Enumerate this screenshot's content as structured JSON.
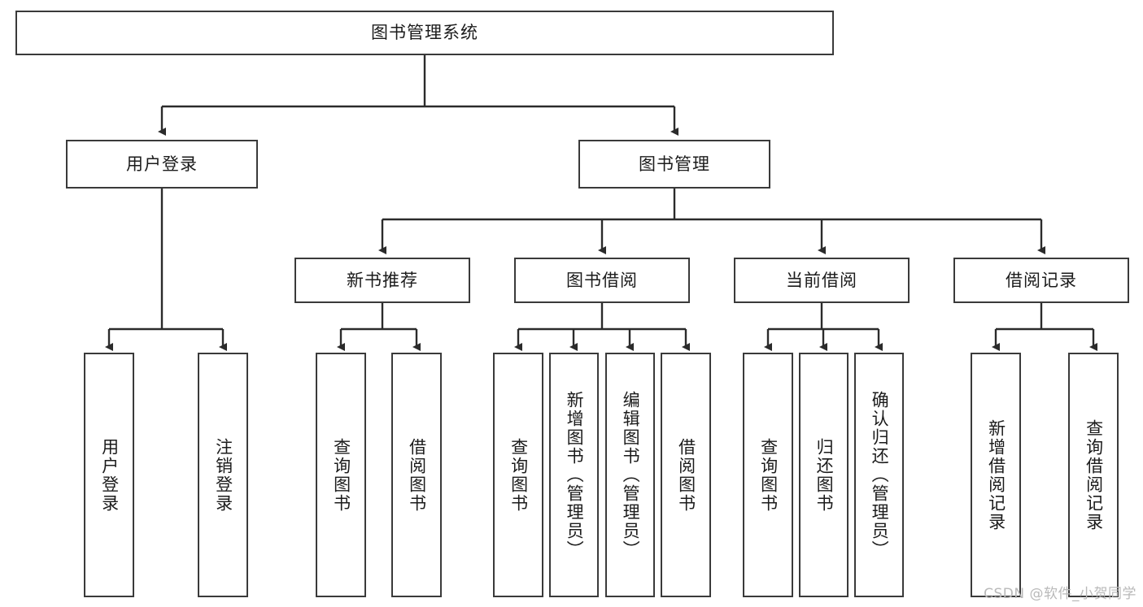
{
  "diagram": {
    "type": "tree",
    "title": "图书管理系统",
    "watermark": "CSDN @软件_小贺同学",
    "style": {
      "box_border_color": "#3a3a3a",
      "box_fill_color": "#ffffff",
      "connector_color": "#2b2b2b",
      "text_color": "#1b1b1b",
      "background": "#ffffff"
    },
    "root": {
      "label": "图书管理系统"
    },
    "level2": [
      {
        "label": "用户登录"
      },
      {
        "label": "图书管理"
      }
    ],
    "level3": [
      {
        "label": "新书推荐"
      },
      {
        "label": "图书借阅"
      },
      {
        "label": "当前借阅"
      },
      {
        "label": "借阅记录"
      }
    ],
    "leaves": {
      "user_login": [
        {
          "label": "用户登录"
        },
        {
          "label": "注销登录"
        }
      ],
      "new_book_recommend": [
        {
          "label": "查询图书"
        },
        {
          "label": "借阅图书"
        }
      ],
      "book_borrow": [
        {
          "label": "查询图书"
        },
        {
          "label": "新增图书（管理员）"
        },
        {
          "label": "编辑图书（管理员）"
        },
        {
          "label": "借阅图书"
        }
      ],
      "current_borrow": [
        {
          "label": "查询图书"
        },
        {
          "label": "归还图书"
        },
        {
          "label": "确认归还（管理员）"
        }
      ],
      "borrow_record": [
        {
          "label": "新增借阅记录"
        },
        {
          "label": "查询借阅记录"
        }
      ]
    }
  }
}
